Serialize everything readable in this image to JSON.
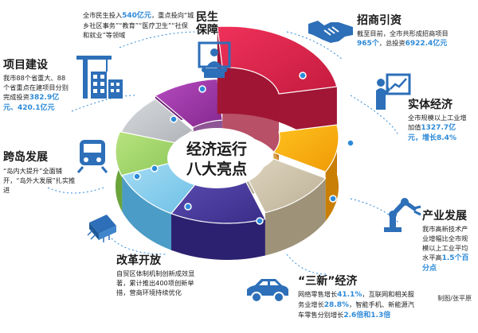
{
  "center_title": [
    "经济运行",
    "八大亮点"
  ],
  "colors": {
    "accent_blue": "#2d8ad8",
    "segments": [
      "#e5264d",
      "#f6ab0e",
      "#cfc4ac",
      "#8bc34a",
      "#4b3c9c",
      "#8fd1ee",
      "#a4d86c",
      "#c9ccd0",
      "#9b3aa6"
    ],
    "icon_blue": "#2d6fb8"
  },
  "sections": {
    "minsheng": {
      "title": [
        "民生",
        "保障"
      ],
      "desc_parts": [
        "全市民生投入",
        "540亿元",
        "，重点投向“城乡社区事务”“教育”“医疗卫生”“社保和就业”等领域"
      ]
    },
    "zhaoshang": {
      "title": "招商引资",
      "desc_parts": [
        "截至目前，全市共形成招商项目",
        "965个",
        "，总投资",
        "6922.4亿元"
      ]
    },
    "xiangmu": {
      "title": "项目建设",
      "desc_parts": [
        "我市88个省重大、88个省重点在建项目分别完成投资",
        "382.9亿元、420.1亿元"
      ]
    },
    "shiti": {
      "title": "实体经济",
      "desc_parts": [
        "全市规模以上工业增加值",
        "1327.7亿元，增长8.4%"
      ]
    },
    "kuadao": {
      "title": "跨岛发展",
      "desc_parts": [
        "“岛内大提升”全面铺开，“岛外大发展”扎实推进"
      ]
    },
    "chanye": {
      "title": "产业发展",
      "desc_parts": [
        "我市高新技术产业增幅比全市规模以上工业平均水平高",
        "1.5个百分点"
      ]
    },
    "gaige": {
      "title": "改革开放",
      "desc_parts": [
        "自贸区体制机制创新成效显著，累计推出400项创新举措，营商环境持续优化"
      ]
    },
    "sanxin": {
      "title": "“三新”经济",
      "desc_parts": [
        "网络零售增长",
        "41.1%",
        "，互联网和相关服务业增长",
        "28.8%",
        "，智能手机、新能源汽车零售分别增长",
        "2.6倍和1.3倍"
      ]
    }
  },
  "credit": "制图/张平原"
}
